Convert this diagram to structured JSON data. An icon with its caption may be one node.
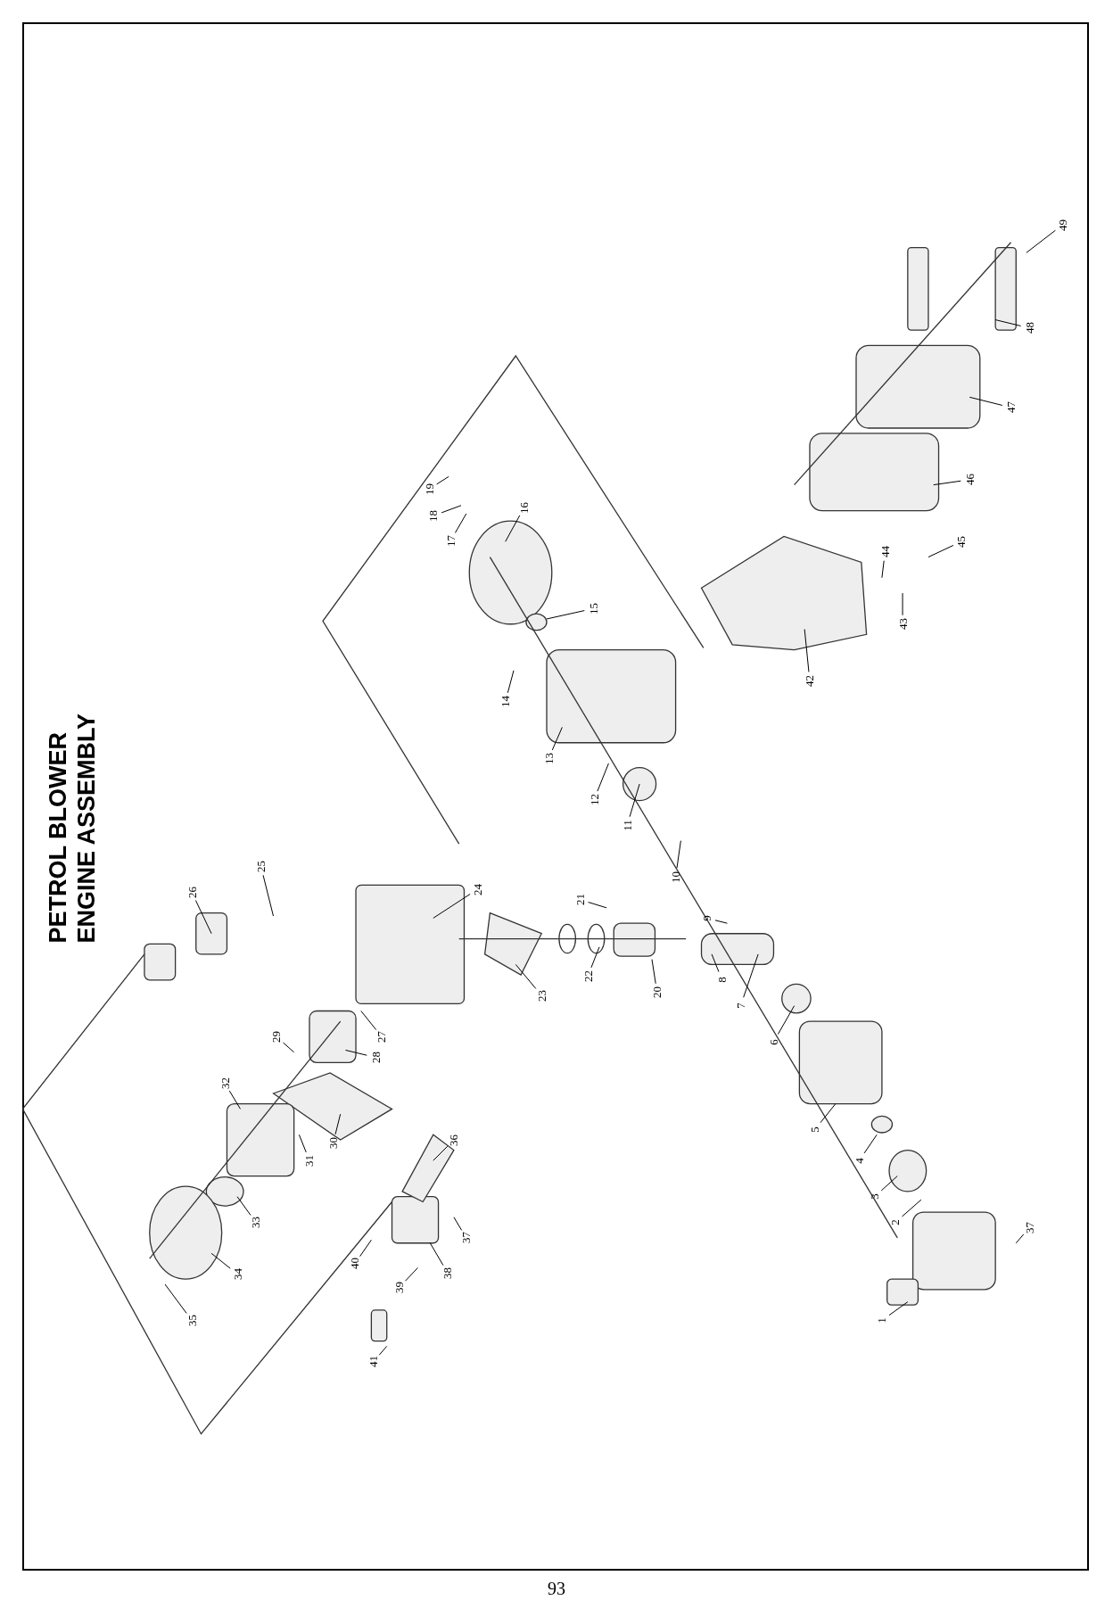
{
  "diagram": {
    "title": "PETROL BLOWER",
    "nodes": [
      {
        "text": [
          "1"
        ]
      },
      {
        "text": [
          "2"
        ]
      },
      {
        "text": [
          "3"
        ]
      },
      {
        "text": [
          "4"
        ]
      },
      {
        "text": [
          "5"
        ]
      },
      {
        "text": [
          "6"
        ]
      },
      {
        "text": [
          "7"
        ]
      },
      {
        "text": [
          "8"
        ]
      },
      {
        "text": [
          "9"
        ]
      },
      {
        "text": [
          "10"
        ]
      },
      {
        "text": [
          "11"
        ]
      },
      {
        "text": [
          "12"
        ]
      },
      {
        "text": [
          "13"
        ]
      },
      {
        "text": [
          "14"
        ]
      },
      {
        "text": [
          "15"
        ]
      },
      {
        "text": [
          "16"
        ]
      },
      {
        "text": [
          "17"
        ]
      },
      {
        "text": [
          "18"
        ]
      },
      {
        "text": [
          "19"
        ]
      },
      {
        "text": [
          "20"
        ]
      },
      {
        "text": [
          "21"
        ]
      },
      {
        "text": [
          "22"
        ]
      },
      {
        "text": [
          "23"
        ]
      },
      {
        "text": [
          "24"
        ]
      },
      {
        "text": [
          "25"
        ]
      },
      {
        "text": [
          "26"
        ]
      },
      {
        "text": [
          "27"
        ]
      },
      {
        "text": [
          "28"
        ]
      },
      {
        "text": [
          "29"
        ]
      },
      {
        "text": [
          "30"
        ]
      },
      {
        "text": [
          "31"
        ]
      },
      {
        "text": [
          "32"
        ]
      },
      {
        "text": [
          "33"
        ]
      },
      {
        "text": [
          "34"
        ]
      },
      {
        "text": [
          "35"
        ]
      },
      {
        "text": [
          "36"
        ]
      },
      {
        "text": [
          "37"
        ]
      },
      {
        "text": [
          "37"
        ]
      },
      {
        "text": [
          "38"
        ]
      },
      {
        "text": [
          "39"
        ]
      },
      {
        "text": [
          "40"
        ]
      },
      {
        "text": [
          "41"
        ]
      },
      {
        "text": [
          "42"
        ]
      },
      {
        "text": [
          "43"
        ]
      },
      {
        "text": [
          "44"
        ]
      },
      {
        "text": [
          "45"
        ]
      },
      {
        "text": [
          "46"
        ]
      },
      {
        "text": [
          "47"
        ]
      },
      {
        "text": [
          "48"
        ]
      },
      {
        "text": [
          "49"
        ]
      }
    ],
    "edges": [
      {
        "from": 0,
        "to": null,
        "arrow": "none"
      },
      {
        "from": 1,
        "to": null,
        "arrow": "none"
      },
      {
        "from": 2,
        "to": null,
        "arrow": "none"
      },
      {
        "from": 3,
        "to": null,
        "arrow": "none"
      },
      {
        "from": 4,
        "to": null,
        "arrow": "none"
      },
      {
        "from": 5,
        "to": null,
        "arrow": "none"
      },
      {
        "from": 6,
        "to": null,
        "arrow": "none"
      },
      {
        "from": 7,
        "to": null,
        "arrow": "none"
      },
      {
        "from": 8,
        "to": null,
        "arrow": "none"
      },
      {
        "from": 9,
        "to": null,
        "arrow": "none"
      },
      {
        "from": 10,
        "to": null,
        "arrow": "none"
      },
      {
        "from": 11,
        "to": null,
        "arrow": "none"
      },
      {
        "from": 12,
        "to": null,
        "arrow": "none"
      },
      {
        "from": 13,
        "to": null,
        "arrow": "none"
      },
      {
        "from": 14,
        "to": null,
        "arrow": "none"
      },
      {
        "from": 15,
        "to": null,
        "arrow": "none"
      },
      {
        "from": 16,
        "to": null,
        "arrow": "none"
      },
      {
        "from": 17,
        "to": null,
        "arrow": "none"
      },
      {
        "from": 18,
        "to": null,
        "arrow": "none"
      },
      {
        "from": 19,
        "to": null,
        "arrow": "none"
      },
      {
        "from": 20,
        "to": null,
        "arrow": "none"
      },
      {
        "from": 21,
        "to": null,
        "arrow": "none"
      },
      {
        "from": 22,
        "to": null,
        "arrow": "none"
      },
      {
        "from": 23,
        "to": null,
        "arrow": "none"
      },
      {
        "from": 24,
        "to": null,
        "arrow": "none"
      },
      {
        "from": 25,
        "to": null,
        "arrow": "none"
      },
      {
        "from": 26,
        "to": null,
        "arrow": "none"
      },
      {
        "from": 27,
        "to": null,
        "arrow": "none"
      },
      {
        "from": 28,
        "to": null,
        "arrow": "none"
      },
      {
        "from": 29,
        "to": null,
        "arrow": "none"
      },
      {
        "from": 30,
        "to": null,
        "arrow": "none"
      },
      {
        "from": 31,
        "to": null,
        "arrow": "none"
      },
      {
        "from": 32,
        "to": null,
        "arrow": "none"
      },
      {
        "from": 33,
        "to": null,
        "arrow": "none"
      },
      {
        "from": 34,
        "to": null,
        "arrow": "none"
      },
      {
        "from": 35,
        "to": null,
        "arrow": "none"
      },
      {
        "from": 36,
        "to": null,
        "arrow": "none"
      },
      {
        "from": 37,
        "to": null,
        "arrow": "none"
      },
      {
        "from": 38,
        "to": null,
        "arrow": "none"
      },
      {
        "from": 39,
        "to": null,
        "arrow": "none"
      },
      {
        "from": 40,
        "to": null,
        "arrow": "none"
      },
      {
        "from": 41,
        "to": null,
        "arrow": "none"
      },
      {
        "from": 42,
        "to": null,
        "arrow": "none"
      },
      {
        "from": 43,
        "to": null,
        "arrow": "none"
      },
      {
        "from": 44,
        "to": null,
        "arrow": "none"
      },
      {
        "from": 45,
        "to": null,
        "arrow": "none"
      },
      {
        "from": 46,
        "to": null,
        "arrow": "none"
      },
      {
        "from": 47,
        "to": null,
        "arrow": "none"
      },
      {
        "from": 48,
        "to": null,
        "arrow": "none"
      },
      {
        "from": 49,
        "to": null,
        "arrow": "none"
      }
    ],
    "labels": [
      "ENGINE ASSEMBLY",
      "93"
    ]
  }
}
